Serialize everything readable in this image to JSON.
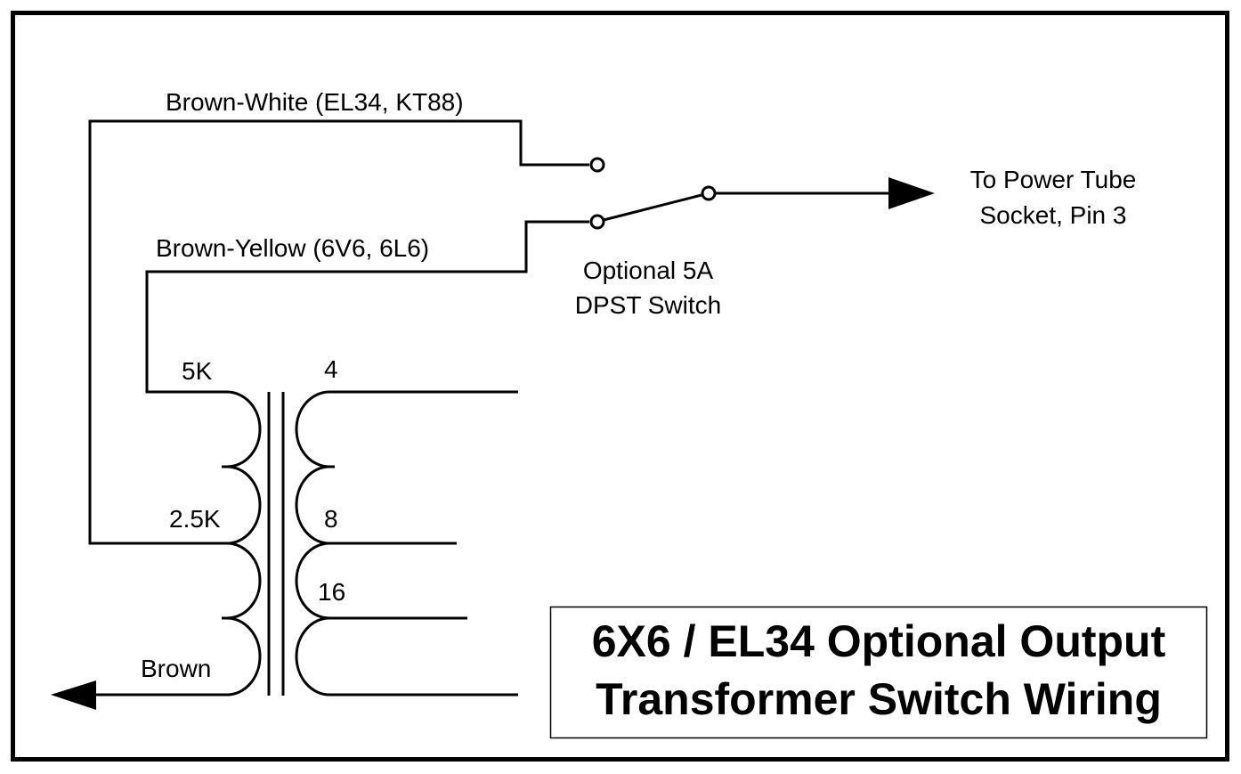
{
  "diagram": {
    "title_line1": "6X6 / EL34 Optional Output",
    "title_line2": "Transformer Switch Wiring",
    "wires": {
      "brown_white": "Brown-White (EL34, KT88)",
      "brown_yellow": "Brown-Yellow (6V6, 6L6)",
      "brown": "Brown"
    },
    "switch": {
      "label_line1": "Optional 5A",
      "label_line2": "DPST Switch"
    },
    "output": {
      "label_line1": "To Power Tube",
      "label_line2": "Socket, Pin 3"
    },
    "primary_taps": [
      "5K",
      "2.5K"
    ],
    "secondary_taps": [
      "4",
      "8",
      "16"
    ],
    "colors": {
      "line": "#000000",
      "background": "#ffffff"
    }
  }
}
